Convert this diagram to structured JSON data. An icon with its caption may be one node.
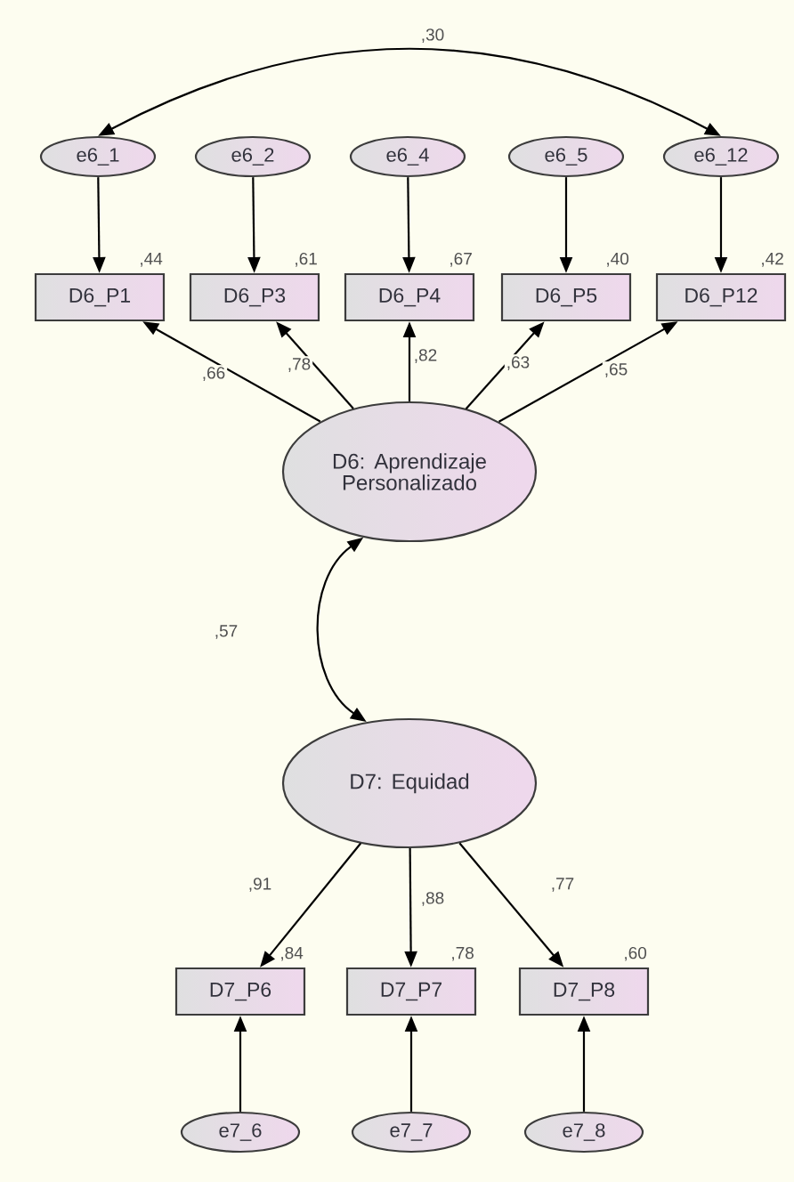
{
  "diagram": {
    "nodes": [
      {
        "text": [
          "e6_1"
        ]
      },
      {
        "text": [
          "e6_2"
        ]
      },
      {
        "text": [
          "e6_4"
        ]
      },
      {
        "text": [
          "e6_5"
        ]
      },
      {
        "text": [
          "e6_12"
        ]
      },
      {
        "text": [
          "D6_P1"
        ],
        "beside": [
          ",44"
        ]
      },
      {
        "text": [
          "D6_P3"
        ],
        "beside": [
          ",61"
        ]
      },
      {
        "text": [
          "D6_P4"
        ],
        "beside": [
          ",67"
        ]
      },
      {
        "text": [
          "D6_P5"
        ],
        "beside": [
          ",40"
        ]
      },
      {
        "text": [
          "D6_P12"
        ],
        "beside": [
          ",42"
        ]
      },
      {
        "text": [
          "D6: Aprendizaje Personalizado"
        ]
      },
      {
        "text": [
          "D7: Equidad"
        ]
      },
      {
        "text": [
          "D7_P6"
        ],
        "beside": [
          ",84"
        ]
      },
      {
        "text": [
          "D7_P7"
        ],
        "beside": [
          ",78"
        ]
      },
      {
        "text": [
          "D7_P8"
        ],
        "beside": [
          ",60"
        ]
      },
      {
        "text": [
          "e7_6"
        ]
      },
      {
        "text": [
          "e7_7"
        ]
      },
      {
        "text": [
          "e7_8"
        ]
      }
    ],
    "edges": [
      {
        "from": 0,
        "to": 4,
        "arrow": "both",
        "label": ",30"
      },
      {
        "from": 0,
        "to": 5,
        "arrow": "to"
      },
      {
        "from": 1,
        "to": 6,
        "arrow": "to"
      },
      {
        "from": 2,
        "to": 7,
        "arrow": "to"
      },
      {
        "from": 3,
        "to": 8,
        "arrow": "to"
      },
      {
        "from": 4,
        "to": 9,
        "arrow": "to"
      },
      {
        "from": 10,
        "to": 5,
        "arrow": "to",
        "label": ",66"
      },
      {
        "from": 10,
        "to": 6,
        "arrow": "to",
        "label": ",78"
      },
      {
        "from": 10,
        "to": 7,
        "arrow": "to",
        "label": ",82"
      },
      {
        "from": 10,
        "to": 8,
        "arrow": "to",
        "label": ",63"
      },
      {
        "from": 10,
        "to": 9,
        "arrow": "to",
        "label": ",65"
      },
      {
        "from": 10,
        "to": 11,
        "arrow": "both",
        "label": ",57"
      },
      {
        "from": 11,
        "to": 12,
        "arrow": "to",
        "label": ",91"
      },
      {
        "from": 11,
        "to": 13,
        "arrow": "to",
        "label": ",88"
      },
      {
        "from": 11,
        "to": 14,
        "arrow": "to",
        "label": ",77"
      },
      {
        "from": 15,
        "to": 12,
        "arrow": "to"
      },
      {
        "from": 16,
        "to": 13,
        "arrow": "to"
      },
      {
        "from": 17,
        "to": 14,
        "arrow": "to"
      }
    ]
  }
}
